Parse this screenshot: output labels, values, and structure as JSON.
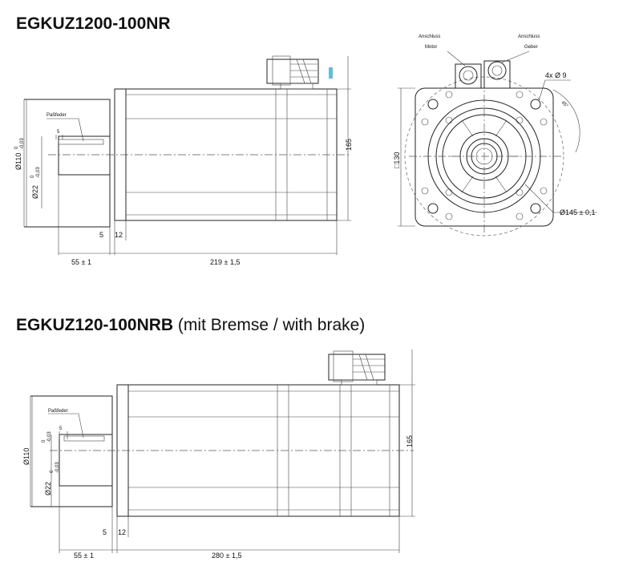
{
  "titles": {
    "top": "EGKUZ1200-100NR",
    "bottom_main": "EGKUZ120-100NRB",
    "bottom_sub": " (mit Bremse / with brake)"
  },
  "labels": {
    "passfeder": "Paßfeder",
    "shaft_dia": "Ø110",
    "shaft_dia_tol_top": "0",
    "shaft_dia_tol_bottom": "-0,03",
    "shaft_small": "Ø22",
    "key_width": "5",
    "flange_5": "5",
    "flange_12": "12",
    "shaft_len": "55 ± 1",
    "body_len_top": "219 ± 1,5",
    "body_len_bottom": "280 ± 1,5",
    "height": "165",
    "square": "□130",
    "holes": "4x Ø 9",
    "angle": "45°",
    "bolt_circle": "Ø145 ± 0,1",
    "conn_motor_1": "Anschluss",
    "conn_motor_2": "Motor",
    "conn_geber_1": "Anschluss",
    "conn_geber_2": "Geber"
  },
  "colors": {
    "accent_marker": "#5bc0de"
  }
}
